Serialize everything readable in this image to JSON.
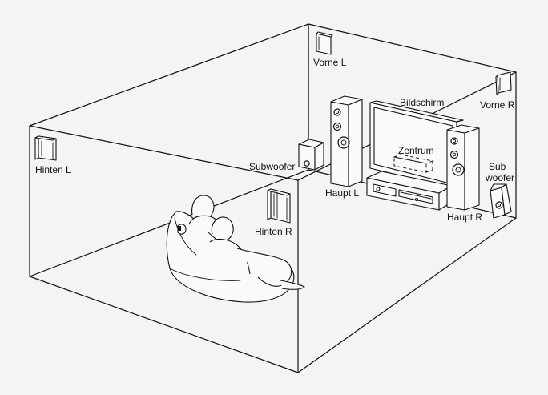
{
  "labels": {
    "vorne_l": "Vorne L",
    "vorne_r": "Vorne R",
    "bildschirm": "Bildschirm",
    "zentrum": "Zentrum",
    "subwoofer": "Subwoofer",
    "haupt_l": "Haupt L",
    "haupt_r": "Haupt R",
    "sub_woofer_line1": "Sub",
    "sub_woofer_line2": "woofer",
    "hinten_l": "Hinten L",
    "hinten_r": "Hinten R"
  }
}
